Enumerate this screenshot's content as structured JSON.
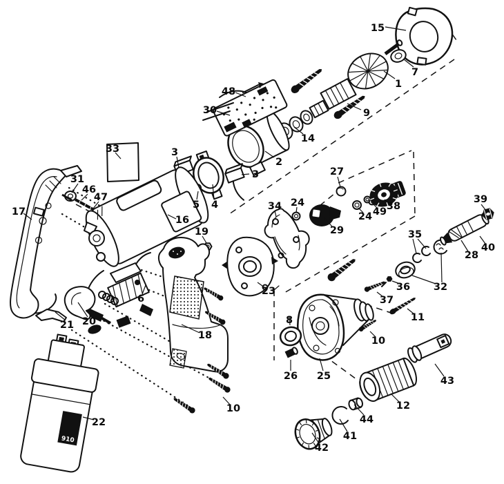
{
  "diagram": {
    "kind": "exploded-parts-diagram",
    "subject": "cordless drill",
    "background_color": "#ffffff",
    "line_color": "#111111"
  },
  "battery_text": "910",
  "callouts": [
    {
      "n": "15"
    },
    {
      "n": "7"
    },
    {
      "n": "1"
    },
    {
      "n": "9"
    },
    {
      "n": "48"
    },
    {
      "n": "30"
    },
    {
      "n": "14"
    },
    {
      "n": "2"
    },
    {
      "n": "33"
    },
    {
      "n": "3"
    },
    {
      "n": "3"
    },
    {
      "n": "5"
    },
    {
      "n": "4"
    },
    {
      "n": "31"
    },
    {
      "n": "46"
    },
    {
      "n": "47"
    },
    {
      "n": "17"
    },
    {
      "n": "16"
    },
    {
      "n": "19"
    },
    {
      "n": "27"
    },
    {
      "n": "24"
    },
    {
      "n": "29"
    },
    {
      "n": "24"
    },
    {
      "n": "49"
    },
    {
      "n": "38"
    },
    {
      "n": "34"
    },
    {
      "n": "39"
    },
    {
      "n": "40"
    },
    {
      "n": "28"
    },
    {
      "n": "35"
    },
    {
      "n": "32"
    },
    {
      "n": "36"
    },
    {
      "n": "37"
    },
    {
      "n": "11"
    },
    {
      "n": "10"
    },
    {
      "n": "23"
    },
    {
      "n": "8"
    },
    {
      "n": "26"
    },
    {
      "n": "25"
    },
    {
      "n": "6"
    },
    {
      "n": "18"
    },
    {
      "n": "21"
    },
    {
      "n": "20"
    },
    {
      "n": "10"
    },
    {
      "n": "22"
    },
    {
      "n": "12"
    },
    {
      "n": "43"
    },
    {
      "n": "44"
    },
    {
      "n": "41"
    },
    {
      "n": "42"
    }
  ]
}
